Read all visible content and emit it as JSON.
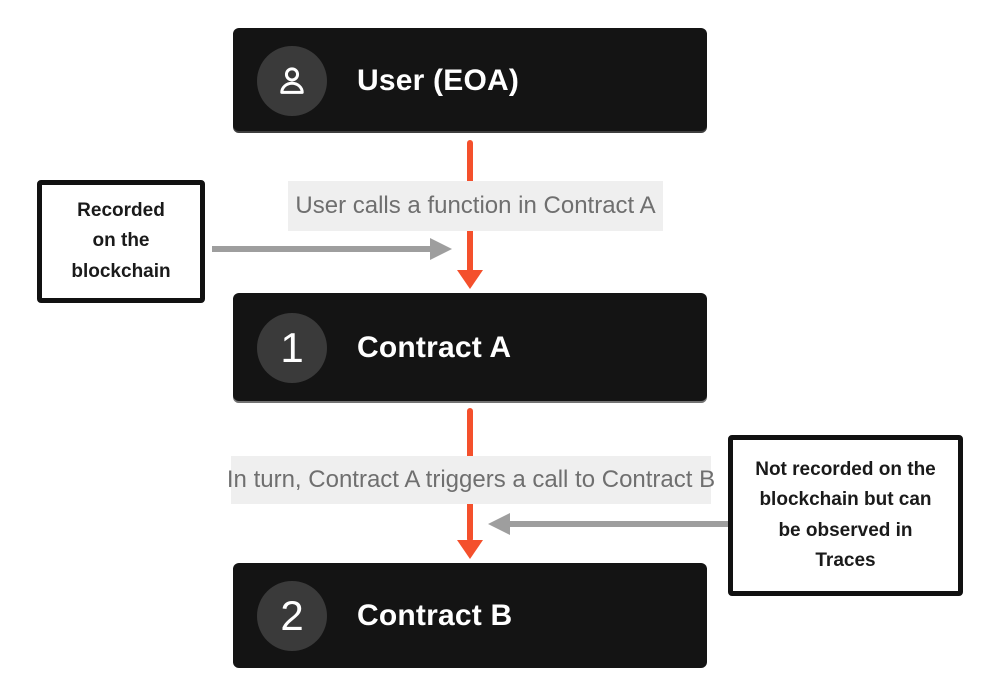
{
  "colors": {
    "accent_orange": "#f4502c",
    "arrow_gray": "#9e9e9e",
    "node_background": "#141414",
    "bubble_gray": "#3a3a3a",
    "label_background": "#efefef",
    "label_text": "#6f6f6f"
  },
  "nodes": [
    {
      "id": "user",
      "icon": "user-icon",
      "title": "User (EOA)"
    },
    {
      "id": "contract-a",
      "badge": "1",
      "title": "Contract A"
    },
    {
      "id": "contract-b",
      "badge": "2",
      "title": "Contract B"
    }
  ],
  "edges": [
    {
      "from": "user",
      "to": "contract-a",
      "label": "User calls a function in Contract A"
    },
    {
      "from": "contract-a",
      "to": "contract-b",
      "label": "In turn, Contract A triggers a call to Contract B"
    }
  ],
  "annotations": [
    {
      "side": "left",
      "text": "Recorded on the blockchain"
    },
    {
      "side": "right",
      "text": "Not recorded on the blockchain but can be observed in Traces"
    }
  ]
}
